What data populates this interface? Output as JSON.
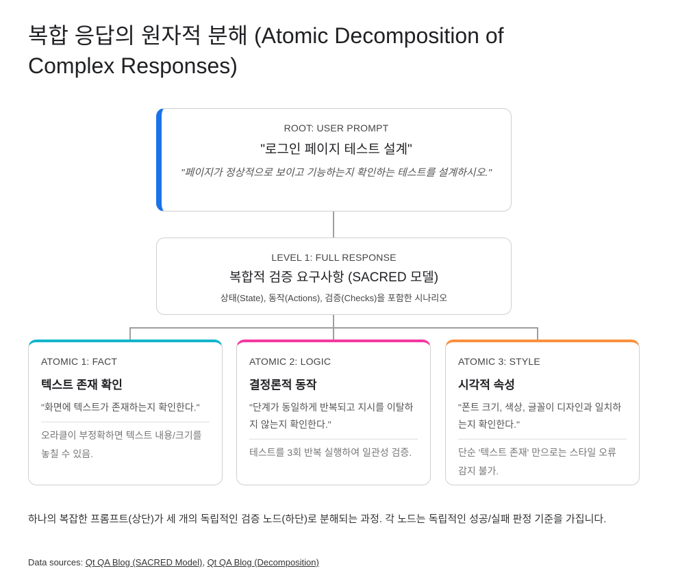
{
  "title": "복합 응답의 원자적 분해 (Atomic Decomposition of Complex Responses)",
  "root": {
    "label": "ROOT: USER PROMPT",
    "title": "\"로그인 페이지 테스트 설계\"",
    "quote": "\"페이지가 정상적으로 보이고 기능하는지 확인하는 테스트를 설계하시오.\"",
    "accent": "#1a73e8"
  },
  "level1": {
    "label": "LEVEL 1: FULL RESPONSE",
    "title": "복합적 검증 요구사항 (SACRED 모델)",
    "subtitle": "상태(State), 동작(Actions), 검증(Checks)을 포함한 시나리오"
  },
  "atomics": [
    {
      "label": "ATOMIC 1: FACT",
      "title": "텍스트 존재 확인",
      "quote": "\"화면에 텍스트가 존재하는지 확인한다.\"",
      "note": "오라클이 부정확하면 텍스트 내용/크기를 놓칠 수 있음.",
      "color": "#12b5cb"
    },
    {
      "label": "ATOMIC 2: LOGIC",
      "title": "결정론적 동작",
      "quote": "\"단계가 동일하게 반복되고 지시를 이탈하지 않는지 확인한다.\"",
      "note": "테스트를 3회 반복 실행하여 일관성 검증.",
      "color": "#f538a0"
    },
    {
      "label": "ATOMIC 3: STYLE",
      "title": "시각적 속성",
      "quote": "\"폰트 크기, 색상, 글꼴이 디자인과 일치하는지 확인한다.\"",
      "note": "단순 '텍스트 존재' 만으로는 스타일 오류 감지 불가.",
      "color": "#fa903e"
    }
  ],
  "caption": "하나의 복잡한 프롬프트(상단)가 세 개의 독립적인 검증 노드(하단)로 분해되는 과정. 각 노드는 독립적인 성공/실패 판정 기준을 가집니다.",
  "sources": {
    "label": "Data sources:",
    "links": [
      "Qt QA Blog (SACRED Model)",
      "Qt QA Blog (Decomposition)"
    ]
  }
}
